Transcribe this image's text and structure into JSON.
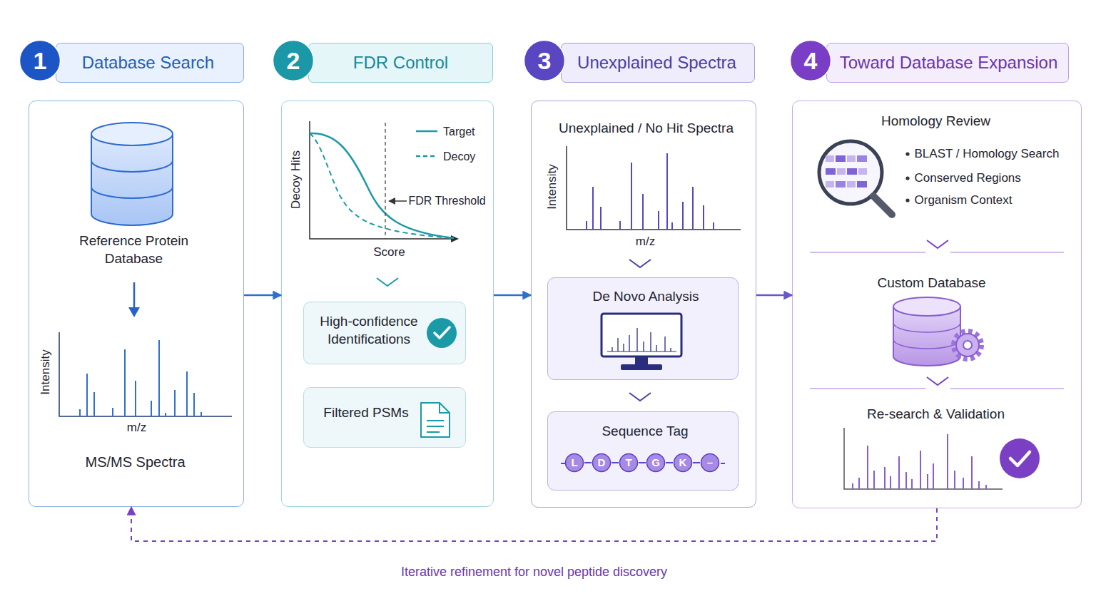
{
  "diagram": {
    "nodes": [
      {
        "text": [
          "1"
        ]
      },
      {
        "text": [
          "Database Search"
        ]
      },
      {
        "text": [
          "2"
        ]
      },
      {
        "text": [
          "FDR Control"
        ]
      },
      {
        "text": [
          "3"
        ]
      },
      {
        "text": [
          "Unexplained Spectra"
        ]
      },
      {
        "text": [
          "4"
        ]
      },
      {
        "text": [
          "Toward Database Expansion"
        ]
      },
      {
        "text": [
          "Reference Protein Database",
          "Intensity",
          "m/z",
          "MS/MS Spectra"
        ]
      },
      {
        "text": [
          "Decoy Hits",
          "Score",
          "FDR Threshold"
        ]
      },
      {
        "text": [
          "High-confidence Identifications"
        ],
        "in": 9
      },
      {
        "text": [
          "Filtered PSMs"
        ],
        "in": 9
      },
      {
        "text": [
          "Unexplained / No Hit Spectra",
          "Intensity",
          "m/z"
        ]
      },
      {
        "text": [
          "De Novo Analysis"
        ],
        "in": 12
      },
      {
        "text": [
          "Sequence Tag"
        ],
        "in": 12
      },
      {
        "text": [
          "L"
        ],
        "in": 14
      },
      {
        "text": [
          "D"
        ],
        "in": 14
      },
      {
        "text": [
          "T"
        ],
        "in": 14
      },
      {
        "text": [
          "G"
        ],
        "in": 14
      },
      {
        "text": [
          "K"
        ],
        "in": 14
      },
      {
        "text": [
          "–"
        ],
        "in": 14
      },
      {
        "text": [
          "Homology Review",
          "BLAST / Homology Search",
          "Conserved Regions",
          "Organism Context",
          "Custom Database",
          "Re-search & Validation"
        ]
      }
    ],
    "edges": [
      {
        "from": 8,
        "to": 9,
        "arrow": "to"
      },
      {
        "from": 9,
        "to": 12,
        "arrow": "to"
      },
      {
        "from": 12,
        "to": 21,
        "arrow": "to"
      },
      {
        "from": 21,
        "to": 8,
        "label": "Iterative refinement for novel peptide discovery",
        "arrow": "to"
      },
      {
        "from": 15,
        "to": 16,
        "arrow": "none"
      },
      {
        "from": 16,
        "to": 17,
        "arrow": "none"
      },
      {
        "from": 17,
        "to": 18,
        "arrow": "none"
      },
      {
        "from": 18,
        "to": 19,
        "arrow": "none"
      },
      {
        "from": 19,
        "to": 20,
        "arrow": "none"
      }
    ],
    "legend": [
      {
        "text": "Target"
      },
      {
        "text": "Decoy"
      }
    ]
  }
}
